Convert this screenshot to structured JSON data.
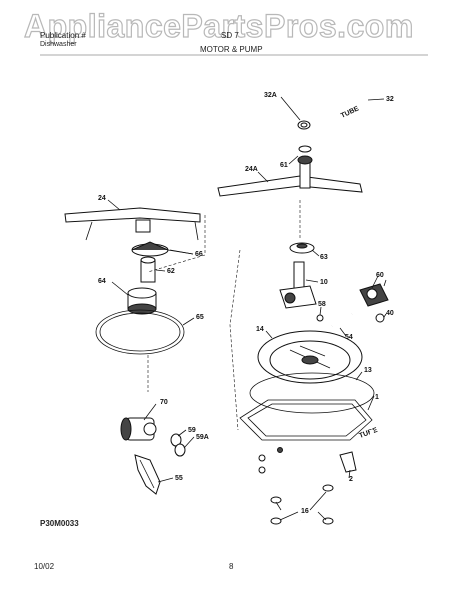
{
  "watermark": "AppliancePartsPros.com",
  "header": {
    "brand": "Publication #",
    "model": "SD 7",
    "subtitle": "Dishwasher",
    "section_title": "MOTOR & PUMP"
  },
  "footer": {
    "diagram_code": "P30M0033",
    "date": "10/02",
    "page": "8"
  },
  "callouts": {
    "c1": "1",
    "c2": "2",
    "c10": "10",
    "c13": "13",
    "c14": "14",
    "c16": "16",
    "c24": "24",
    "c24a": "24A",
    "c32": "32",
    "c32a": "32A",
    "c40": "40",
    "c54": "54",
    "c55": "55",
    "c58": "58",
    "c59": "59",
    "c59a": "59A",
    "c60": "60",
    "c61": "61",
    "c62": "62",
    "c63": "63",
    "c64": "64",
    "c65": "65",
    "c66": "66",
    "c70": "70"
  }
}
